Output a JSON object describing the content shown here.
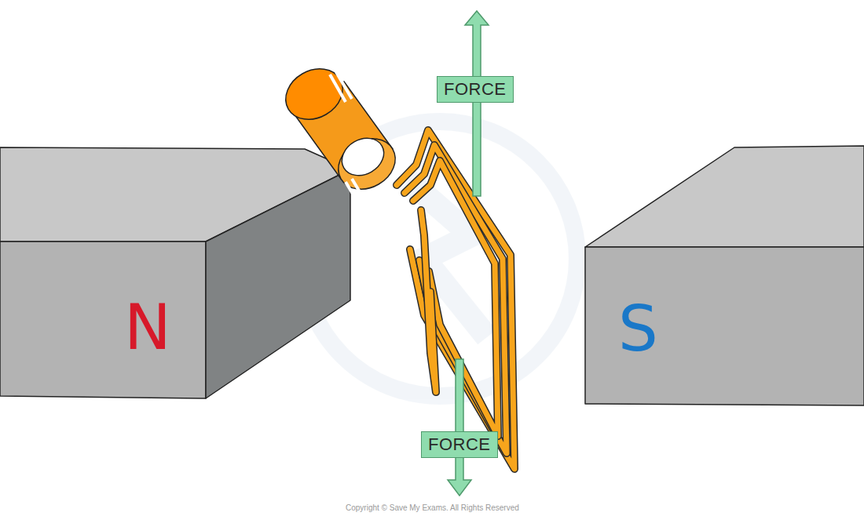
{
  "diagram": {
    "nodes": [
      {
        "text": [
          "FORCE"
        ]
      },
      {
        "text": [
          "N"
        ]
      },
      {
        "text": [
          "S"
        ]
      },
      {
        "text": [
          "FORCE"
        ]
      }
    ],
    "labels": [
      "Copyright © Save My Exams. All Rights Reserved"
    ]
  }
}
